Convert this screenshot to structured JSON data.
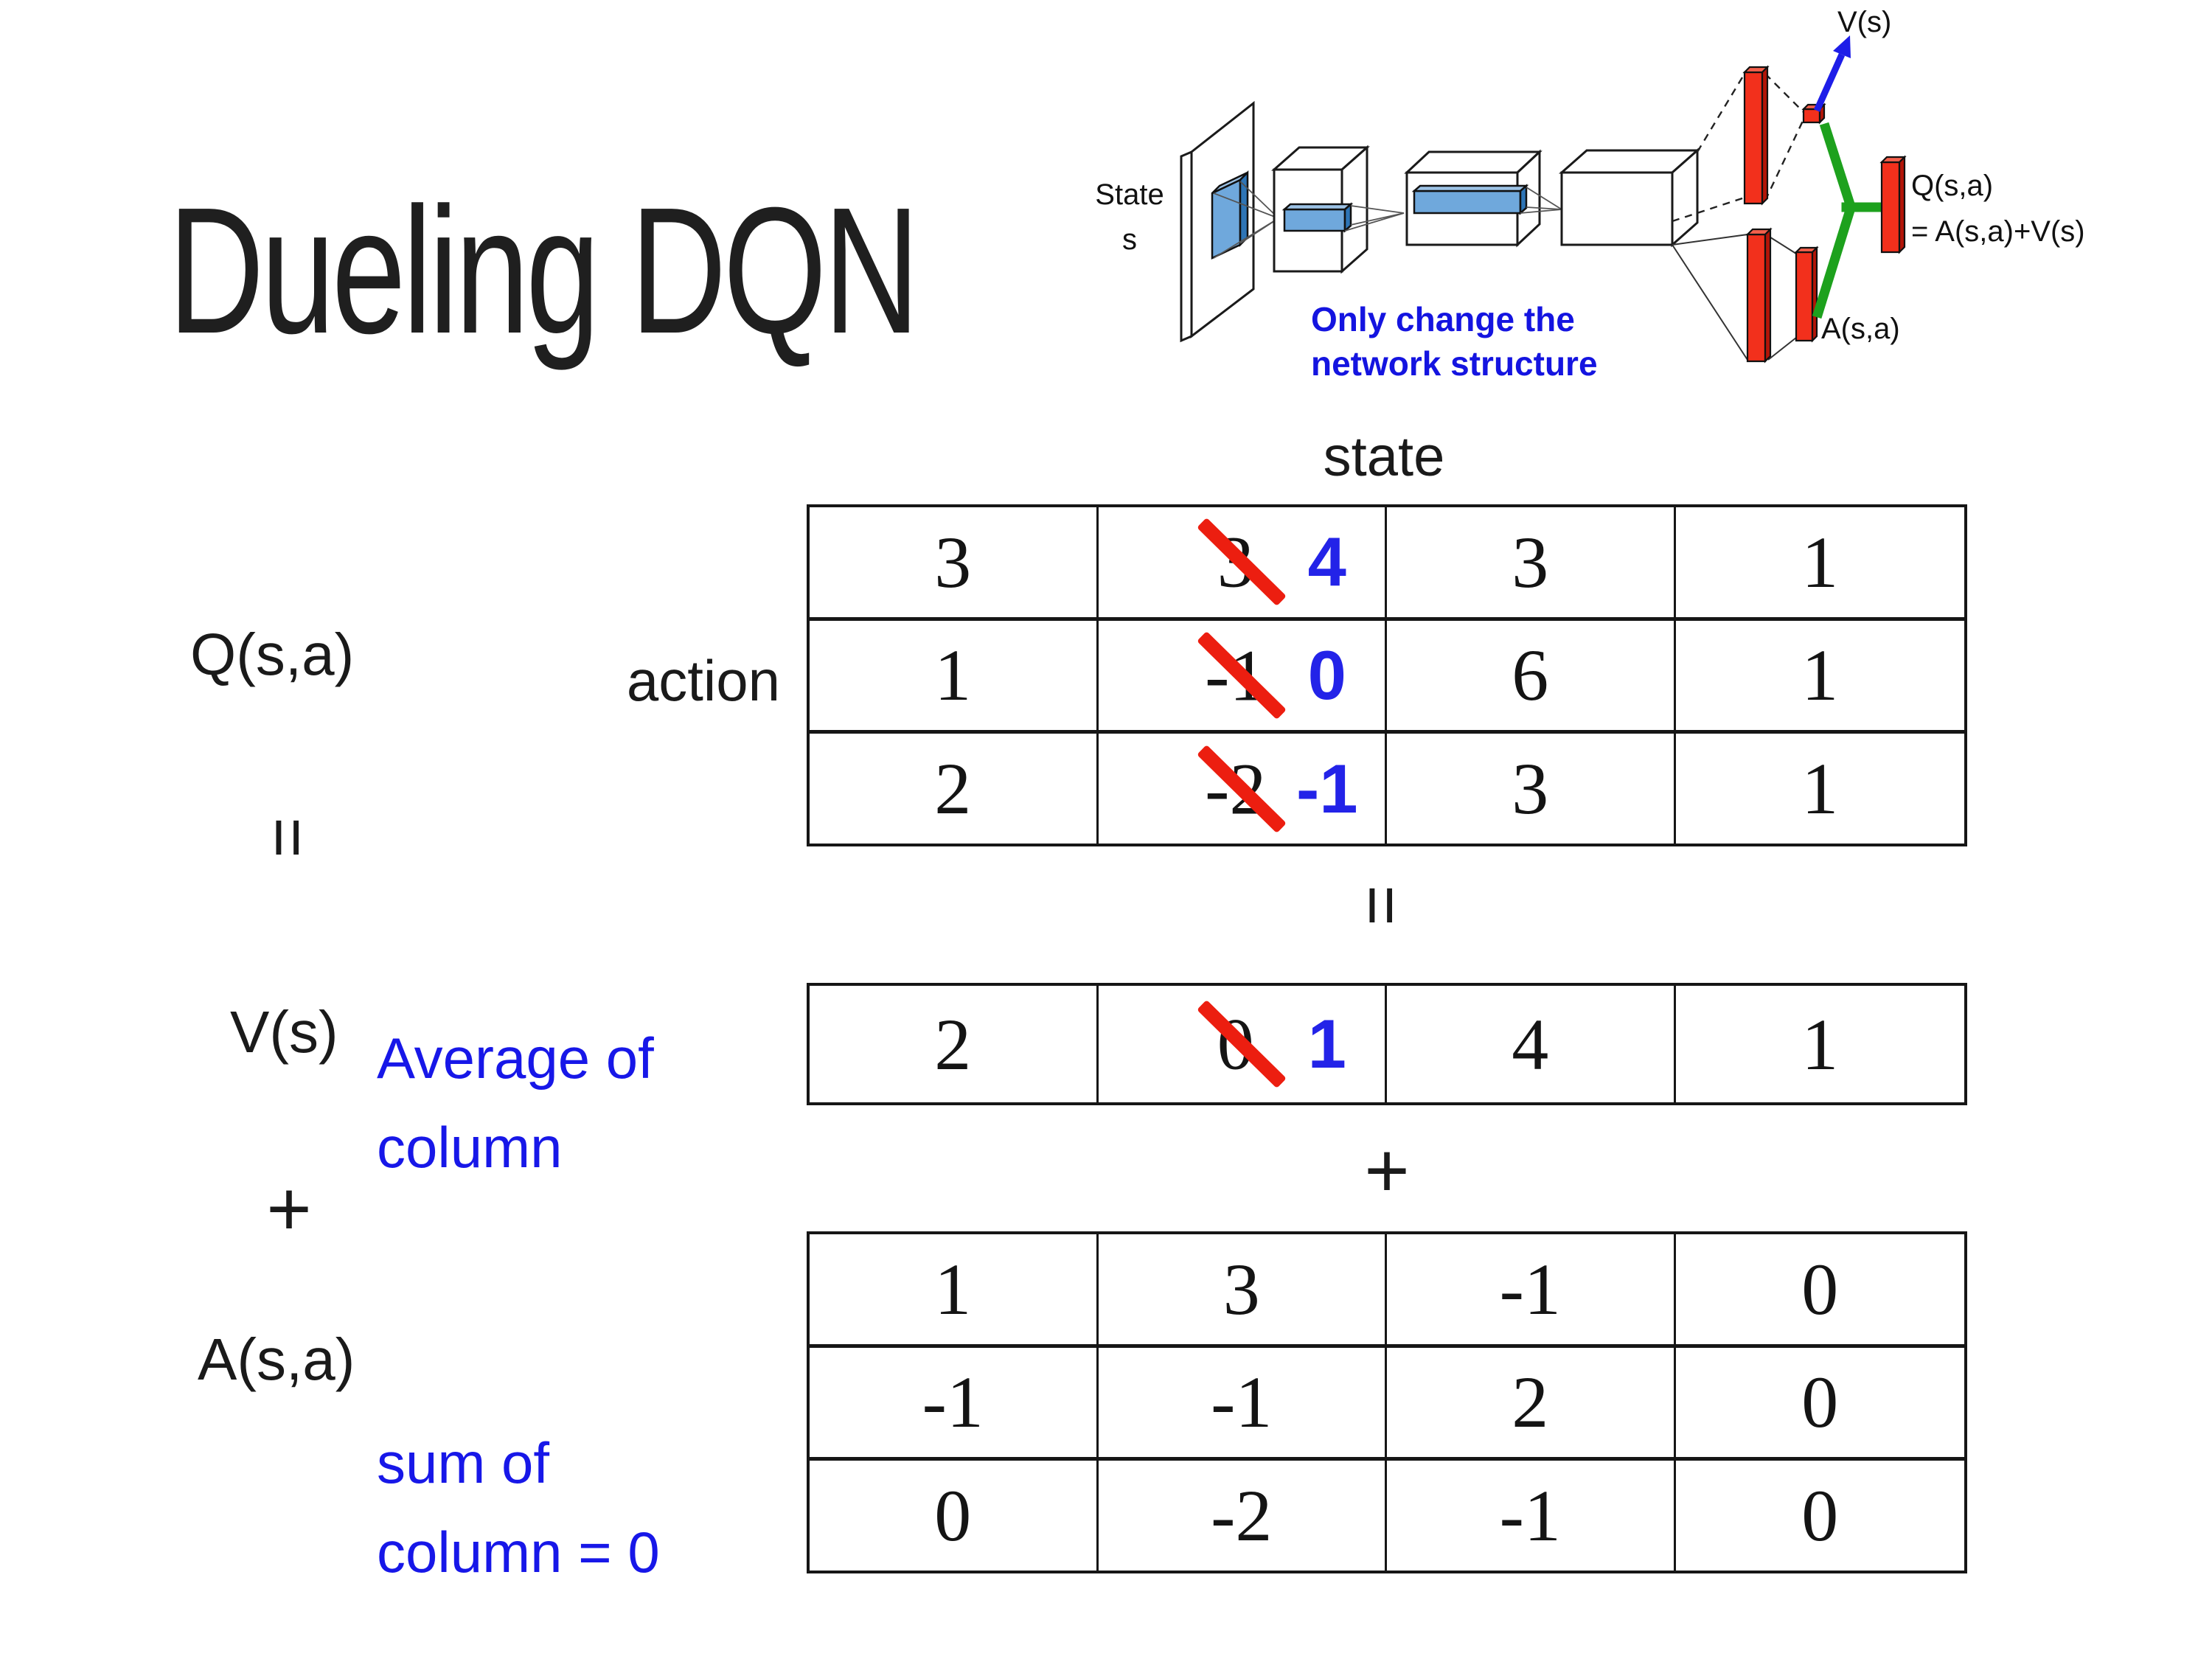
{
  "title": "Dueling DQN",
  "colors": {
    "accent_blue": "#1717e8",
    "strike_red": "#ec1e10",
    "connector_green": "#1da11d",
    "layer_bar_red": "#f2301c"
  },
  "diagram": {
    "state_line1": "State",
    "state_line2": "s",
    "v_out": "V(s)",
    "q_out_line1": "Q(s,a)",
    "q_out_line2": "= A(s,a)+V(s)",
    "a_out": "A(s,a)",
    "note_line1": "Only change the",
    "note_line2": "network structure"
  },
  "labels": {
    "q": "Q(s,a)",
    "eq_left": "=",
    "v": "V(s)",
    "plus_left": "+",
    "a": "A(s,a)",
    "action": "action",
    "state": "state",
    "eq_mid": "=",
    "plus_mid": "+",
    "v_note_line1": "Average of",
    "v_note_line2": "column",
    "a_note_line1": "sum of",
    "a_note_line2": "column = 0"
  },
  "tables": {
    "q": [
      [
        "3",
        {
          "old": "3",
          "new": "4"
        },
        "3",
        "1"
      ],
      [
        "1",
        {
          "old": "-1",
          "new": "0"
        },
        "6",
        "1"
      ],
      [
        "2",
        {
          "old": "-2",
          "new": "-1"
        },
        "3",
        "1"
      ]
    ],
    "v": [
      "2",
      {
        "old": "0",
        "new": "1"
      },
      "4",
      "1"
    ],
    "a": [
      [
        "1",
        "3",
        "-1",
        "0"
      ],
      [
        "-1",
        "-1",
        "2",
        "0"
      ],
      [
        "0",
        "-2",
        "-1",
        "0"
      ]
    ]
  }
}
